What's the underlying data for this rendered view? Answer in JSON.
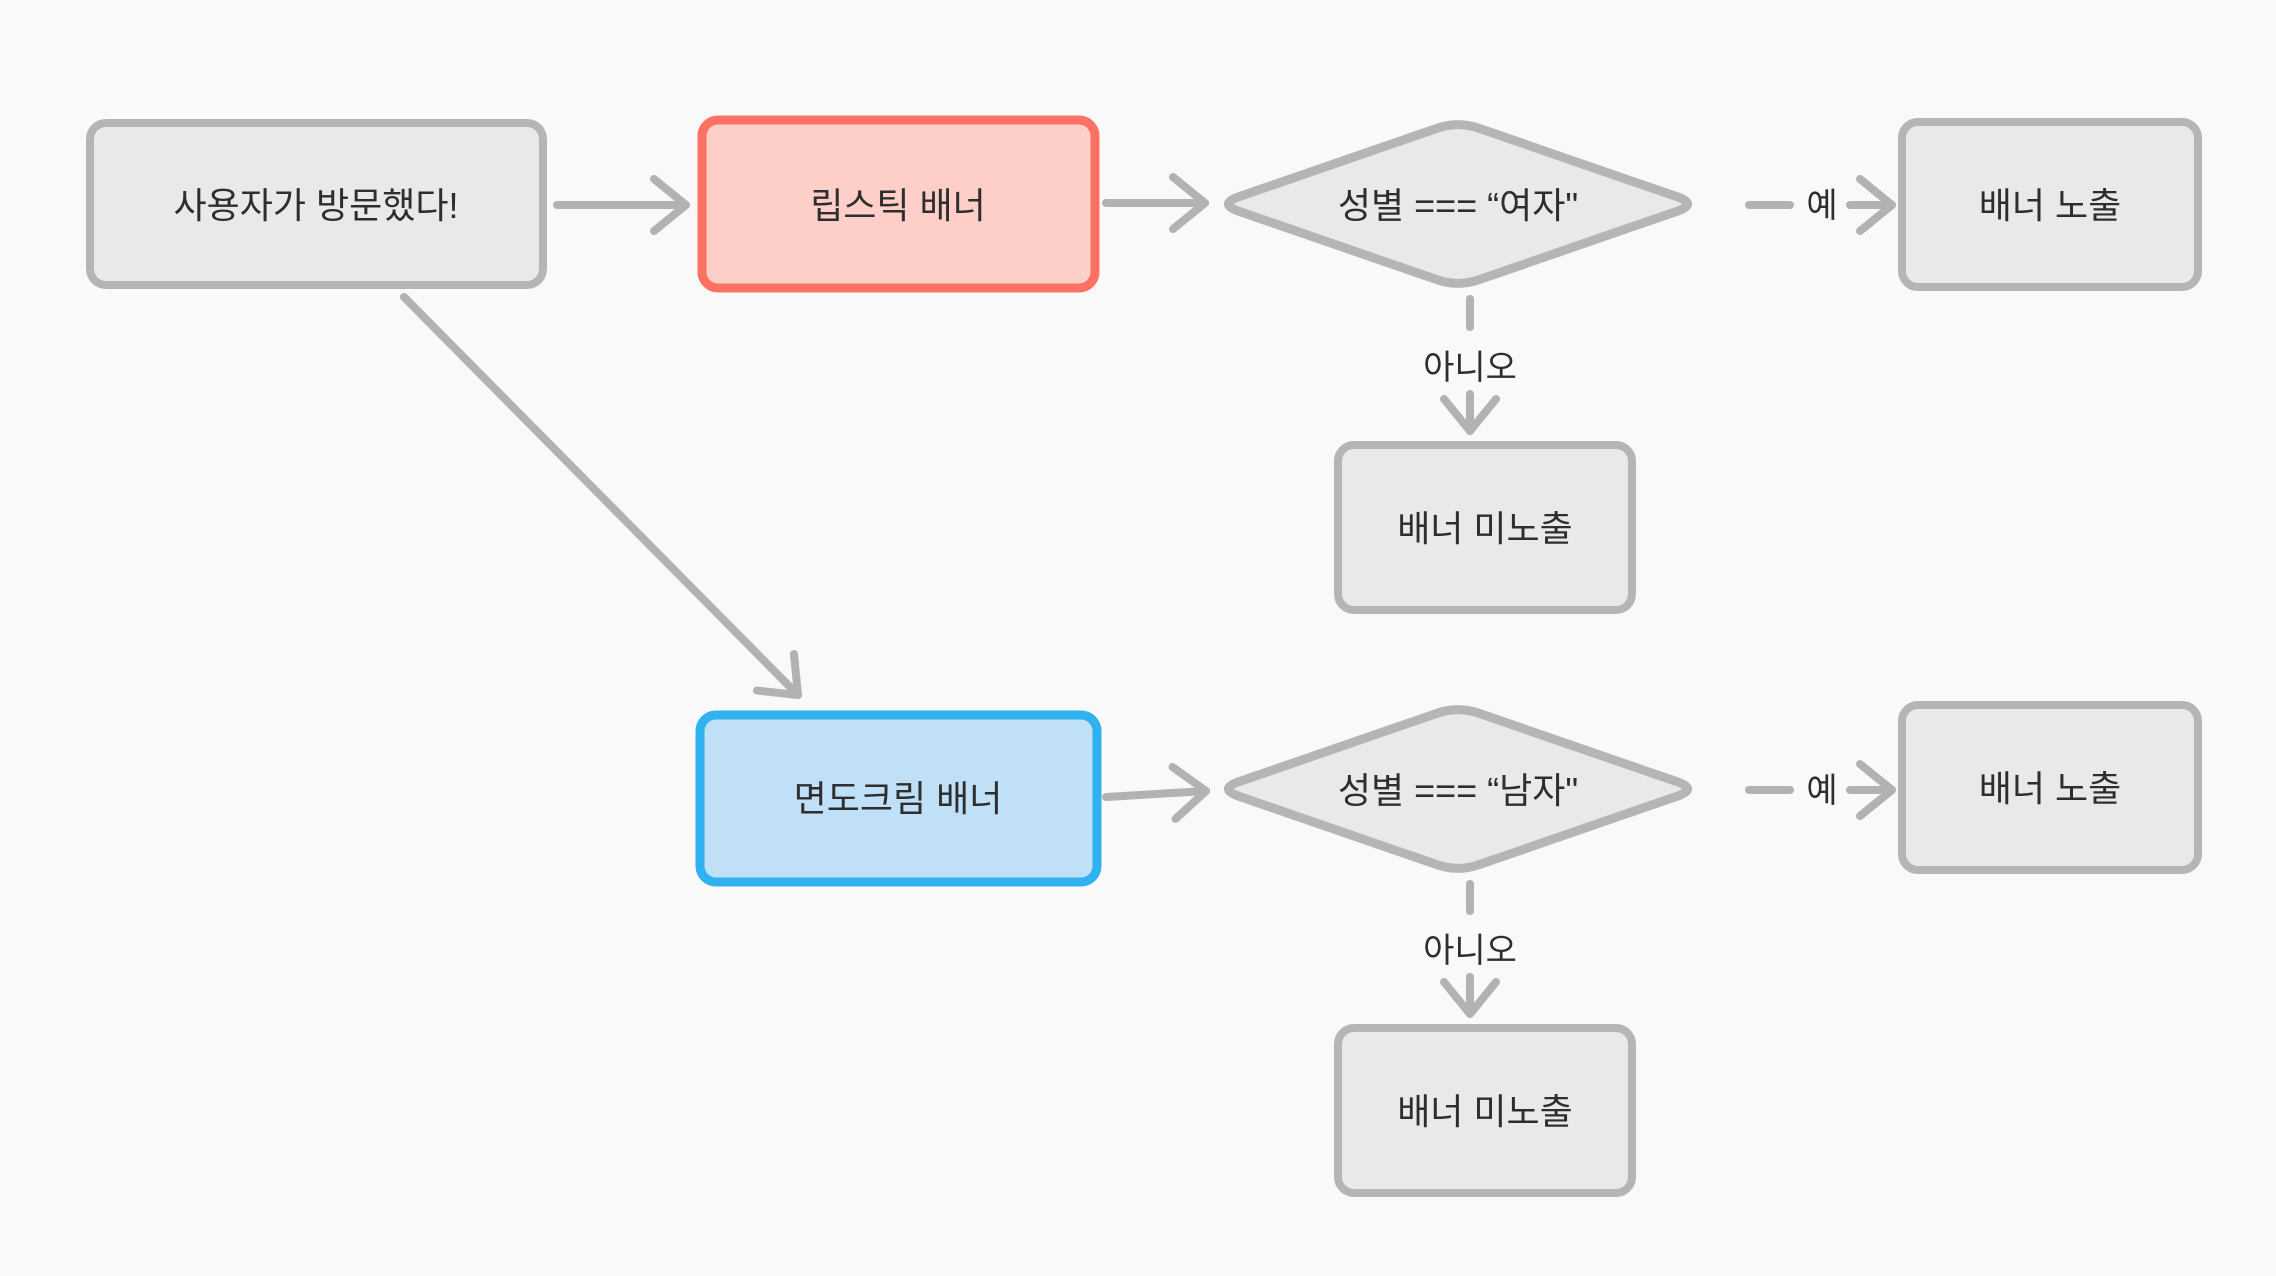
{
  "diagram": {
    "background_color": "#f9f9f9",
    "colors": {
      "default_fill": "#e9e9e9",
      "default_border": "#b5b5b5",
      "lipstick_fill": "#fdcfc8",
      "lipstick_border": "#fd7164",
      "shaving_fill": "#bfe0f7",
      "shaving_border": "#30b1f0",
      "edge_color": "#b2b2b2",
      "text_color": "#2e2e2e"
    },
    "nodes": {
      "start": {
        "label": "사용자가 방문했다!"
      },
      "lipstick_banner": {
        "label": "립스틱 배너"
      },
      "female_check": {
        "label": "성별 === “여자\""
      },
      "female_yes_result": {
        "label": "배너 노출"
      },
      "female_no_result": {
        "label": "배너 미노출"
      },
      "shaving_banner": {
        "label": "면도크림 배너"
      },
      "male_check": {
        "label": "성별 === “남자\""
      },
      "male_yes_result": {
        "label": "배너 노출"
      },
      "male_no_result": {
        "label": "배너 미노출"
      }
    },
    "edges": {
      "female_yes_label": "예",
      "female_no_label": "아니오",
      "male_yes_label": "예",
      "male_no_label": "아니오"
    }
  }
}
